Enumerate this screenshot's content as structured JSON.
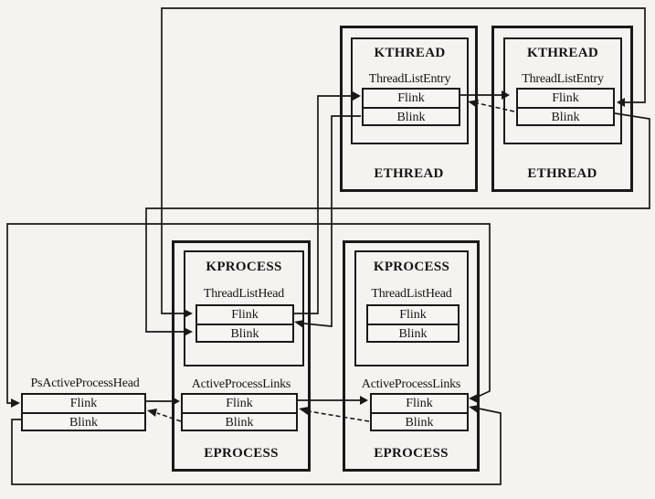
{
  "figure": {
    "background_color": "#f5f3ef",
    "line_color": "#1b1917"
  },
  "process_list_head": {
    "label": "PsActiveProcessHead",
    "rows": [
      "Flink",
      "Blink"
    ]
  },
  "threads": [
    {
      "outer_label": "ETHREAD",
      "inner_label": "KTHREAD",
      "entry_label": "ThreadListEntry",
      "rows": [
        "Flink",
        "Blink"
      ]
    },
    {
      "outer_label": "ETHREAD",
      "inner_label": "KTHREAD",
      "entry_label": "ThreadListEntry",
      "rows": [
        "Flink",
        "Blink"
      ]
    }
  ],
  "processes": [
    {
      "outer_label": "EPROCESS",
      "inner_label": "KPROCESS",
      "head_label": "ThreadListHead",
      "head_rows": [
        "Flink",
        "Blink"
      ],
      "links_label": "ActiveProcessLinks",
      "links_rows": [
        "Flink",
        "Blink"
      ]
    },
    {
      "outer_label": "EPROCESS",
      "inner_label": "KPROCESS",
      "head_label": "ThreadListHead",
      "head_rows": [
        "Flink",
        "Blink"
      ],
      "links_label": "ActiveProcessLinks",
      "links_rows": [
        "Flink",
        "Blink"
      ]
    }
  ]
}
